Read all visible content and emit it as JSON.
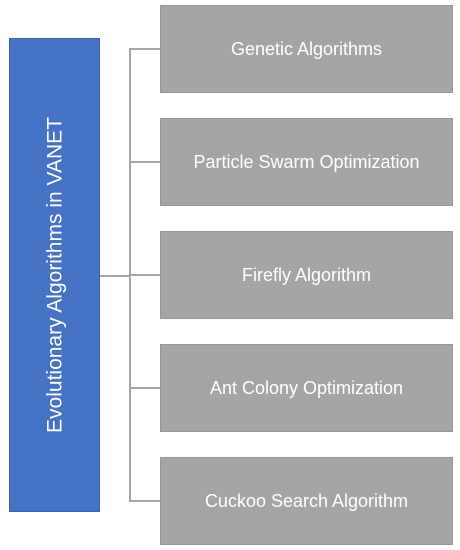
{
  "root": {
    "label": "Evolutionary Algorithms in VANET",
    "color": "#4472c4"
  },
  "children": [
    {
      "label": "Genetic Algorithms"
    },
    {
      "label": "Particle Swarm Optimization"
    },
    {
      "label": "Firefly Algorithm"
    },
    {
      "label": "Ant Colony Optimization"
    },
    {
      "label": "Cuckoo Search Algorithm"
    }
  ],
  "colors": {
    "child_fill": "#a5a5a5",
    "connector": "#a5a5a5",
    "text": "#ffffff"
  }
}
